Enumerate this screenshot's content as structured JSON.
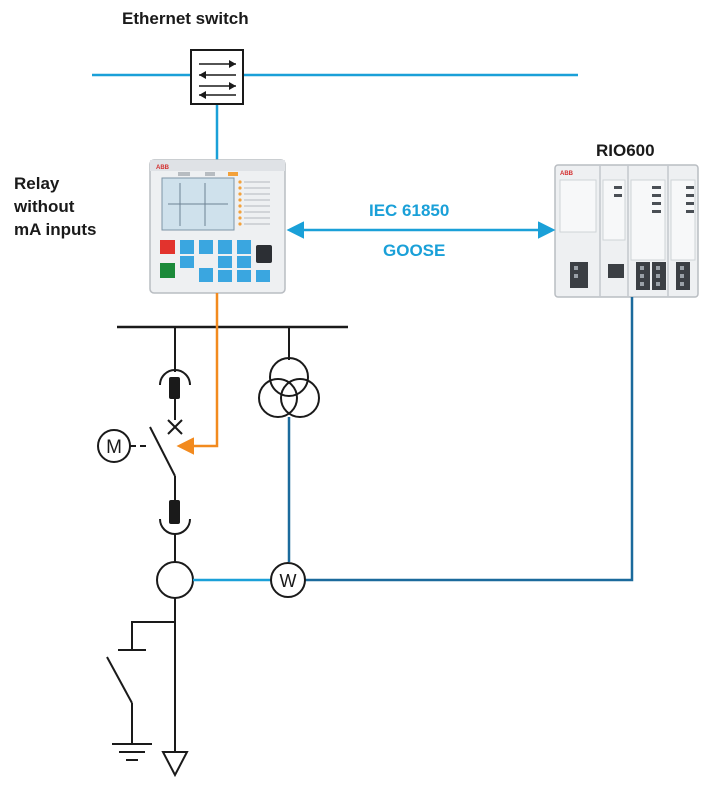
{
  "labels": {
    "ethernet_switch": "Ethernet switch",
    "rio600": "RIO600",
    "relay_line1": "Relay",
    "relay_line2": "without",
    "relay_line3": "mA inputs",
    "protocol": "IEC 61850",
    "message": "GOOSE",
    "motor_symbol": "M",
    "transducer_symbol": "W"
  },
  "device_text": {
    "relay_brand": "ABB",
    "rio_brand": "ABB"
  },
  "colors": {
    "ethernet": "#1aa0d8",
    "analog_signal": "#1b6a9c",
    "control_signal": "#f28a1e",
    "single_line": "#1a1a1a"
  }
}
